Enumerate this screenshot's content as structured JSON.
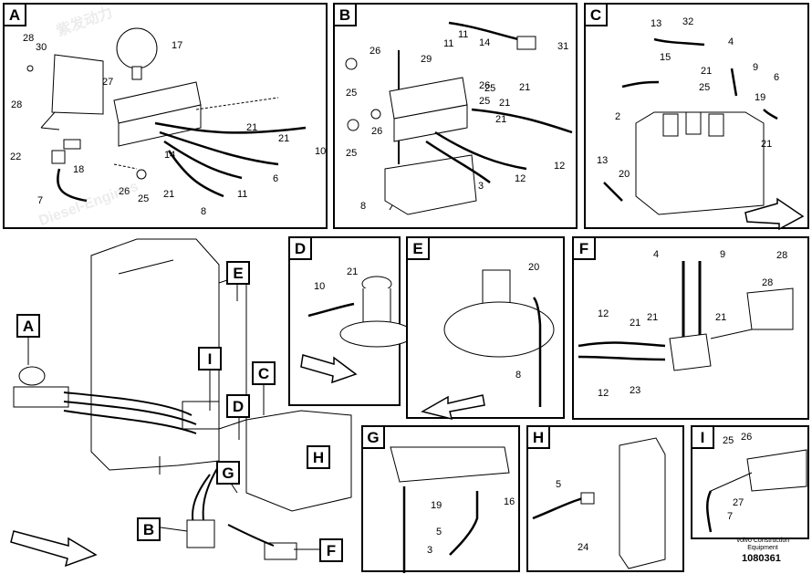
{
  "panels": {
    "A": {
      "tag": "A",
      "labels": [
        "28",
        "30",
        "17",
        "27",
        "28",
        "22",
        "18",
        "14",
        "21",
        "21",
        "10",
        "6",
        "11",
        "26",
        "25",
        "21",
        "8",
        "7"
      ]
    },
    "B": {
      "tag": "B",
      "labels": [
        "11",
        "1",
        "11",
        "14",
        "31",
        "26",
        "29",
        "25",
        "26",
        "25",
        "21",
        "25",
        "21",
        "21",
        "26",
        "25",
        "12",
        "12",
        "3",
        "8"
      ]
    },
    "C": {
      "tag": "C",
      "labels": [
        "13",
        "32",
        "4",
        "15",
        "21",
        "9",
        "25",
        "19",
        "2",
        "6",
        "21",
        "13",
        "20"
      ]
    },
    "D": {
      "tag": "D",
      "labels": [
        "21",
        "10"
      ]
    },
    "E": {
      "tag": "E",
      "labels": [
        "20",
        "8"
      ]
    },
    "F": {
      "tag": "F",
      "labels": [
        "4",
        "9",
        "28",
        "28",
        "21",
        "21",
        "12",
        "21",
        "12",
        "23"
      ]
    },
    "G": {
      "tag": "G",
      "labels": [
        "19",
        "16",
        "5",
        "3"
      ]
    },
    "H": {
      "tag": "H",
      "labels": [
        "5",
        "24"
      ]
    },
    "I": {
      "tag": "I",
      "labels": [
        "25",
        "26",
        "27",
        "7"
      ]
    }
  },
  "main_callouts": [
    "A",
    "E",
    "I",
    "C",
    "D",
    "G",
    "H",
    "B",
    "F"
  ],
  "footer": {
    "line1": "Volvo Construction",
    "line2": "Equipment",
    "part_number": "1080361"
  },
  "watermark": {
    "cn": "紫发动力",
    "en": "Diesel-Engines"
  }
}
